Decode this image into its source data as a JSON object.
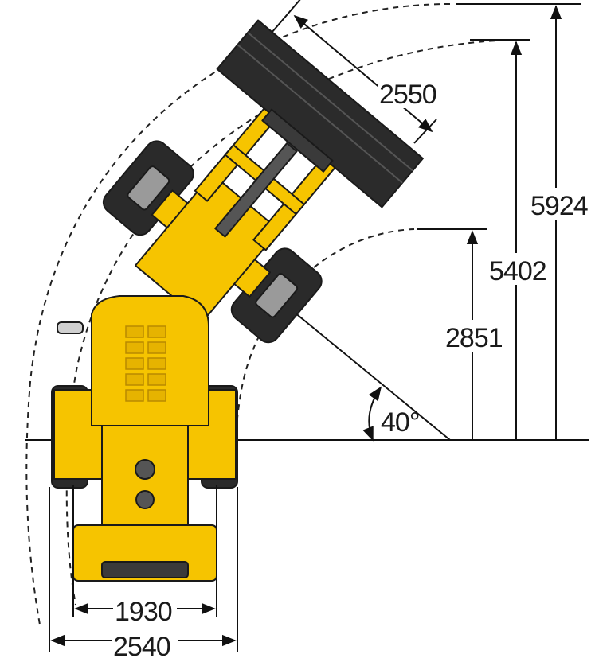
{
  "dimensions": {
    "bucket_width": "2550",
    "outer_radius": "5924",
    "middle_radius": "5402",
    "inner_radius": "2851",
    "articulation_angle": "40°",
    "track_width": "1930",
    "overall_width": "2540"
  },
  "colors": {
    "machine_yellow": "#f6c400",
    "machine_shadow": "#d9a300",
    "tire_black": "#2a2a2a",
    "bucket_dark": "#2b2b2b",
    "line": "#111111"
  }
}
